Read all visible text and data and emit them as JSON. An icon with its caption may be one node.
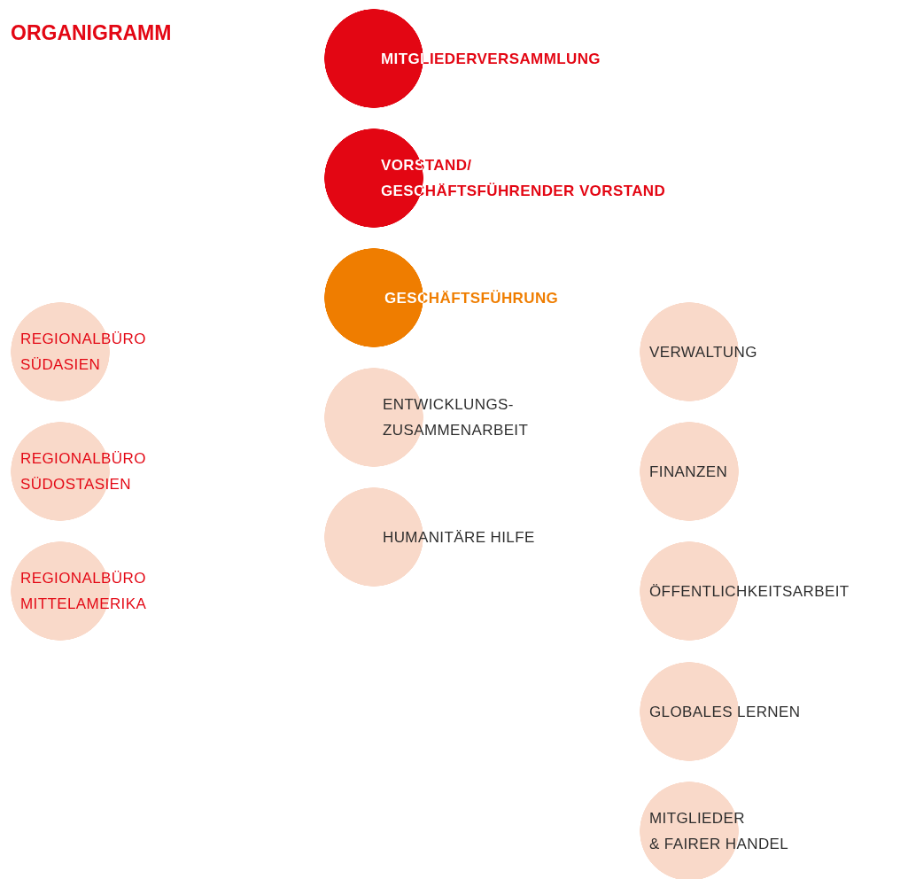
{
  "diagram": {
    "title": "ORGANIGRAMM",
    "nodes": [
      {
        "text": [
          "MITGLIEDERVERSAMMLUNG"
        ]
      },
      {
        "text": [
          "VORSTAND/ GESCHÄFTSFÜHRENDER VORSTAND"
        ]
      },
      {
        "text": [
          "GESCHÄFTSFÜHRUNG"
        ]
      },
      {
        "text": [
          "REGIONALBÜRO SÜDASIEN"
        ]
      },
      {
        "text": [
          "ENTWICKLUNGS- ZUSAMMENARBEIT"
        ]
      },
      {
        "text": [
          "VERWALTUNG"
        ]
      },
      {
        "text": [
          "REGIONALBÜRO SÜDOSTASIEN"
        ]
      },
      {
        "text": [
          "FINANZEN"
        ]
      },
      {
        "text": [
          "HUMANITÄRE HILFE"
        ]
      },
      {
        "text": [
          "REGIONALBÜRO MITTELAMERIKA"
        ]
      },
      {
        "text": [
          "ÖFFENTLICHKEITSARBEIT"
        ]
      },
      {
        "text": [
          "GLOBALES LERNEN"
        ]
      },
      {
        "text": [
          "MITGLIEDER & FAIRER HANDEL"
        ]
      }
    ]
  }
}
